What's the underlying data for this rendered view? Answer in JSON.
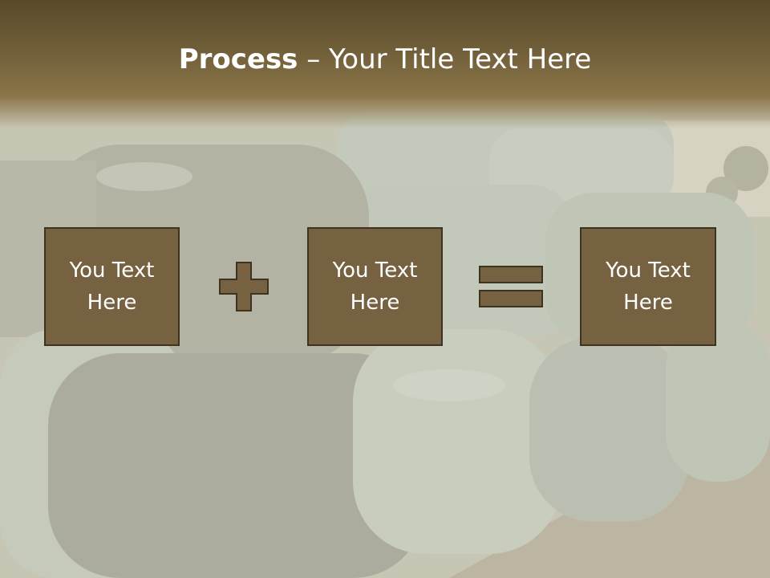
{
  "slide": {
    "title_bold": "Process",
    "title_rest": " – Your Title Text Here",
    "boxes": [
      "You Text Here",
      "You Text Here",
      "You Text Here"
    ],
    "operators": [
      "plus-icon",
      "equals-icon"
    ],
    "colors": {
      "title_band": "#6e5c38",
      "box_fill": "#766240",
      "box_border": "#3e3320",
      "operator_fill": "#766240",
      "text": "#ffffff"
    }
  }
}
